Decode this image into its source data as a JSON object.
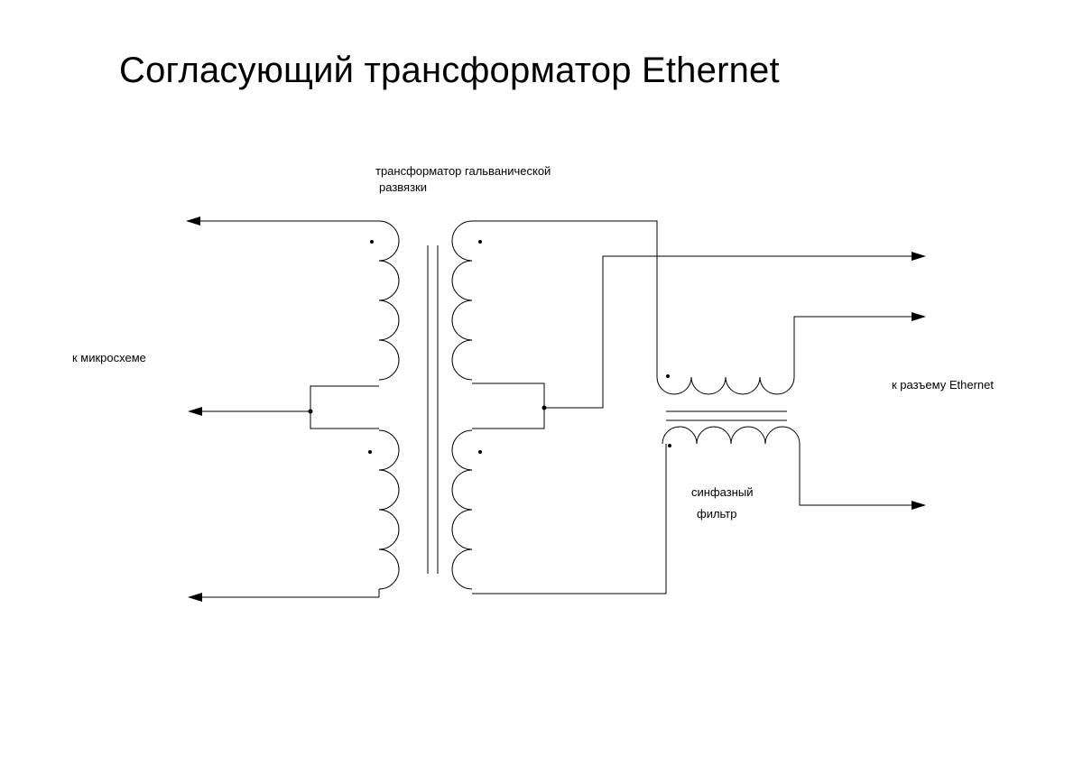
{
  "title": "Согласующий трансформатор Ethernet",
  "labels": {
    "isolation_transformer_line1": "трансформатор гальванической",
    "isolation_transformer_line2": "развязки",
    "to_chip": "к микросхеме",
    "to_connector": "к разъему Ethernet",
    "common_mode_filter_line1": "синфазный",
    "common_mode_filter_line2": "фильтр"
  },
  "colors": {
    "background": "#ffffff",
    "ink": "#000000"
  }
}
